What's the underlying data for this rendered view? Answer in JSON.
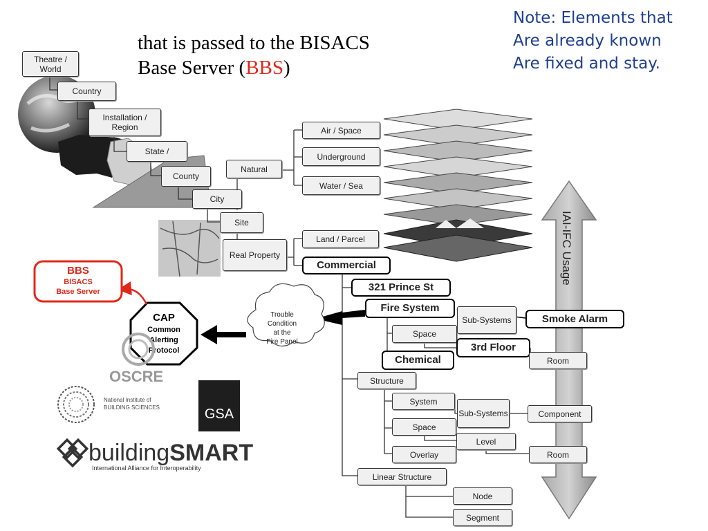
{
  "heading": {
    "line1": "that is passed to the BISACS",
    "line2_a": "Base Server (",
    "line2_red": "BBS",
    "line2_b": ")"
  },
  "note": {
    "line1": "Note: Elements that",
    "line2": "Are already known",
    "line3": "Are fixed and stay."
  },
  "geo_boxes": {
    "theatre": "Theatre / World",
    "country": "Country",
    "installation": "Installation / Region",
    "state": "State /",
    "county": "County",
    "city": "City",
    "site": "Site",
    "real_property": "Real Property",
    "natural": "Natural"
  },
  "natural_children": {
    "air": "Air / Space",
    "underground": "Underground",
    "water": "Water / Sea"
  },
  "property_children": {
    "land": "Land / Parcel",
    "commercial": "Commercial"
  },
  "commercial_tree": {
    "prince": "321 Prince St",
    "fire": "Fire System",
    "space": "Space",
    "subsystems": "Sub-Systems",
    "smoke": "Smoke Alarm",
    "floor": "3rd Floor",
    "room": "Room",
    "chemical": "Chemical",
    "structure": "Structure",
    "system": "System",
    "subsystems2": "Sub-Systems",
    "component": "Component",
    "space2": "Space",
    "level": "Level",
    "overlay": "Overlay",
    "room2": "Room",
    "linear": "Linear Structure",
    "node": "Node",
    "segment": "Segment"
  },
  "bbs": {
    "line1": "BBS",
    "line2": "BISACS",
    "line3": "Base Server"
  },
  "cap": {
    "line1": "CAP",
    "line2": "Common",
    "line3": "Alerting",
    "line4": "Protocol"
  },
  "trouble": {
    "line1": "Trouble",
    "line2": "Condition",
    "line3": "at the",
    "line4": "Fire Panel"
  },
  "arrow_label": "IAI-IFC Usage",
  "logos": {
    "oscre": "OSCRE",
    "nibs1": "National Institute of",
    "nibs2": "BUILDING SCIENCES",
    "gsa": "GSA",
    "bsmart_a": "building",
    "bsmart_b": "SMART",
    "bsmart_sub": "International Alliance for Interoperability"
  },
  "colors": {
    "bbs_red": "#e0281a",
    "note_blue": "#1f3f8f"
  }
}
